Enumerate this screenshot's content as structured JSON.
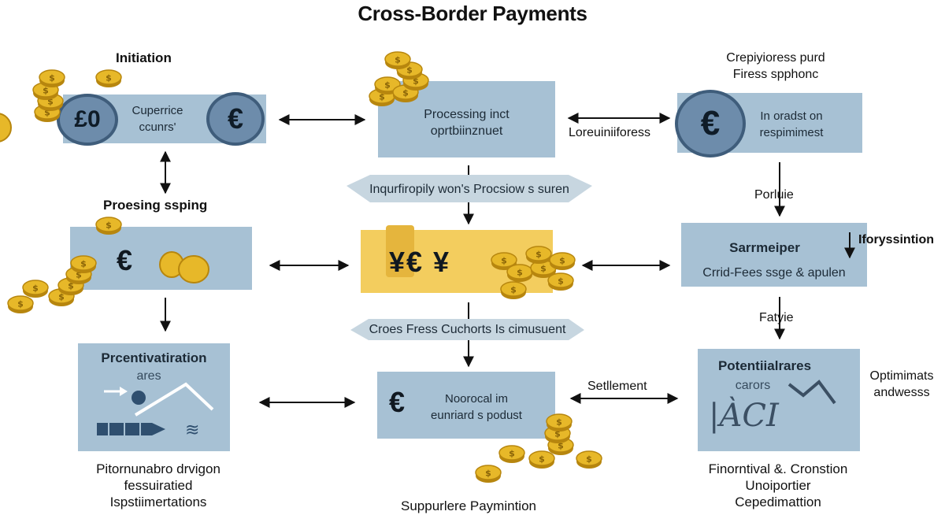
{
  "title": "Cross-Border Payments",
  "colors": {
    "box_blue": "#a7c1d4",
    "box_yellow": "#f3cd5e",
    "coin_gold": "#e7b829",
    "coin_blue": "#6d8cab"
  },
  "nodes": {
    "initiation": {
      "label": "Initiation",
      "coin_left": "£0",
      "text": [
        "Cuperrice",
        "ccunrs'"
      ],
      "coin_right": "€"
    },
    "processing_top": {
      "text": [
        "Processing inct",
        "oprtbiinznuet"
      ]
    },
    "top_right": {
      "label": [
        "Crepiyioress purd",
        "Firess spphonc"
      ],
      "coin": "€",
      "text": [
        "In oradst on",
        "respimimest"
      ]
    },
    "processing_left": {
      "label": "Proesing ssping",
      "currency": "€"
    },
    "center_yellow": {
      "currency": "¥€ ¥"
    },
    "middle_right": {
      "text": [
        "Sarrmeiper",
        "Crrid-Fees ssge & apulen"
      ],
      "side_label": "Iforyssintion"
    },
    "bottom_left": {
      "text": [
        "Prcentivatiration",
        "ares"
      ],
      "label": [
        "Pitornunabro drvigon",
        "fessuiratied",
        "Ispstiimertations"
      ]
    },
    "bottom_center": {
      "currency": "€",
      "text": [
        "Noorocal im",
        "eunriard s podust"
      ],
      "label": "Suppurlere Paymintion"
    },
    "bottom_right": {
      "text": [
        "Potentiialrares",
        "carors"
      ],
      "glyphs": "|ÀCI",
      "side_label": [
        "Optimimats",
        "andwesss"
      ],
      "label": [
        "Finorntival &. Cronstion",
        "Unoiportier",
        "Cepedimattion"
      ]
    }
  },
  "banners": {
    "top": "Inqurfiropily won's Procsiow s suren",
    "bottom": "Croes Fress Cuchorts Is cimusuent"
  },
  "arrow_labels": {
    "loreuni": "Loreuiniiforess",
    "porluie": "Porluie",
    "fatyie": "Fatyie",
    "settlement": "Setllement"
  }
}
